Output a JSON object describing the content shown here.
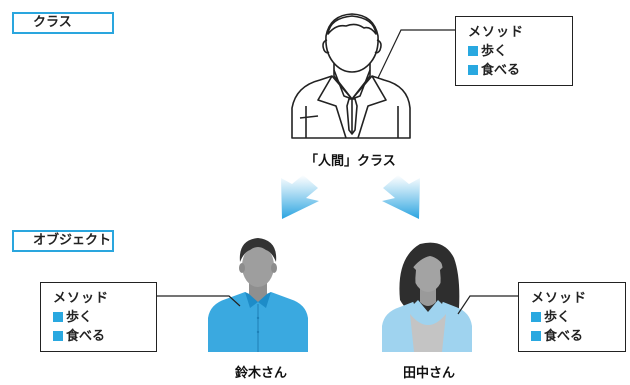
{
  "labels": {
    "class_section": "クラス",
    "object_section": "オブジェクト"
  },
  "class_node": {
    "caption": "「人間」クラス",
    "methods": {
      "title": "メソッド",
      "items": [
        "歩く",
        "食べる"
      ]
    }
  },
  "objects": [
    {
      "caption": "鈴木さん",
      "methods": {
        "title": "メソッド",
        "items": [
          "歩く",
          "食べる"
        ]
      }
    },
    {
      "caption": "田中さん",
      "methods": {
        "title": "メソッド",
        "items": [
          "歩く",
          "食べる"
        ]
      }
    }
  ],
  "colors": {
    "accent": "#2aa6de",
    "bullet": "#29a8e0",
    "arrow": "#29a3e0",
    "shirt_male": "#3aa9e0",
    "shirt_female": "#9fd3ef",
    "skin": "#9e9e9e",
    "line": "#222222"
  }
}
